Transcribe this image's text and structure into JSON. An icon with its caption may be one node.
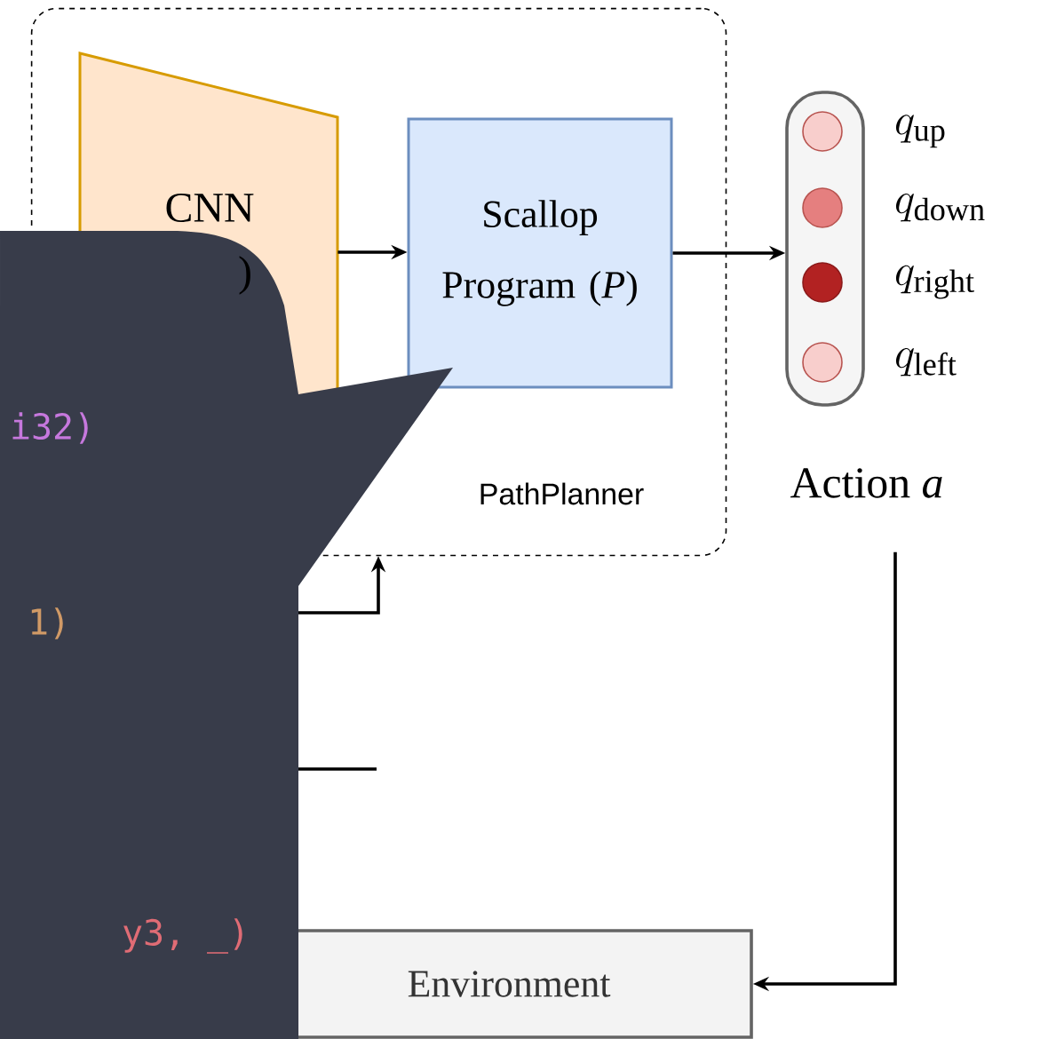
{
  "diagram": {
    "nodes": [
      {
        "text": [
          "PathPlanner"
        ]
      },
      {
        "text": [
          "CNN",
          ")"
        ],
        "in": 0
      },
      {
        "text": [
          "Scallop Program (*P*)"
        ],
        "in": 0
      },
      {
        "text": [
          "Action *a*"
        ],
        "beside": [
          "q_{\\mathrm{up}}",
          "q_{\\mathrm{down}}",
          "q_{\\mathrm{right}}",
          "q_{\\mathrm{left}}"
        ]
      },
      {
        "text": [
          "Environment"
        ]
      }
    ],
    "edges": [
      {
        "from": 1,
        "to": 2,
        "arrow": "to"
      },
      {
        "from": 2,
        "to": 3,
        "arrow": "to"
      },
      {
        "from": 3,
        "to": 4,
        "arrow": "to"
      },
      {
        "from": null,
        "to": 0,
        "arrow": "to"
      }
    ],
    "labels": [
      "i32)",
      "1)",
      "y3, _)"
    ]
  }
}
